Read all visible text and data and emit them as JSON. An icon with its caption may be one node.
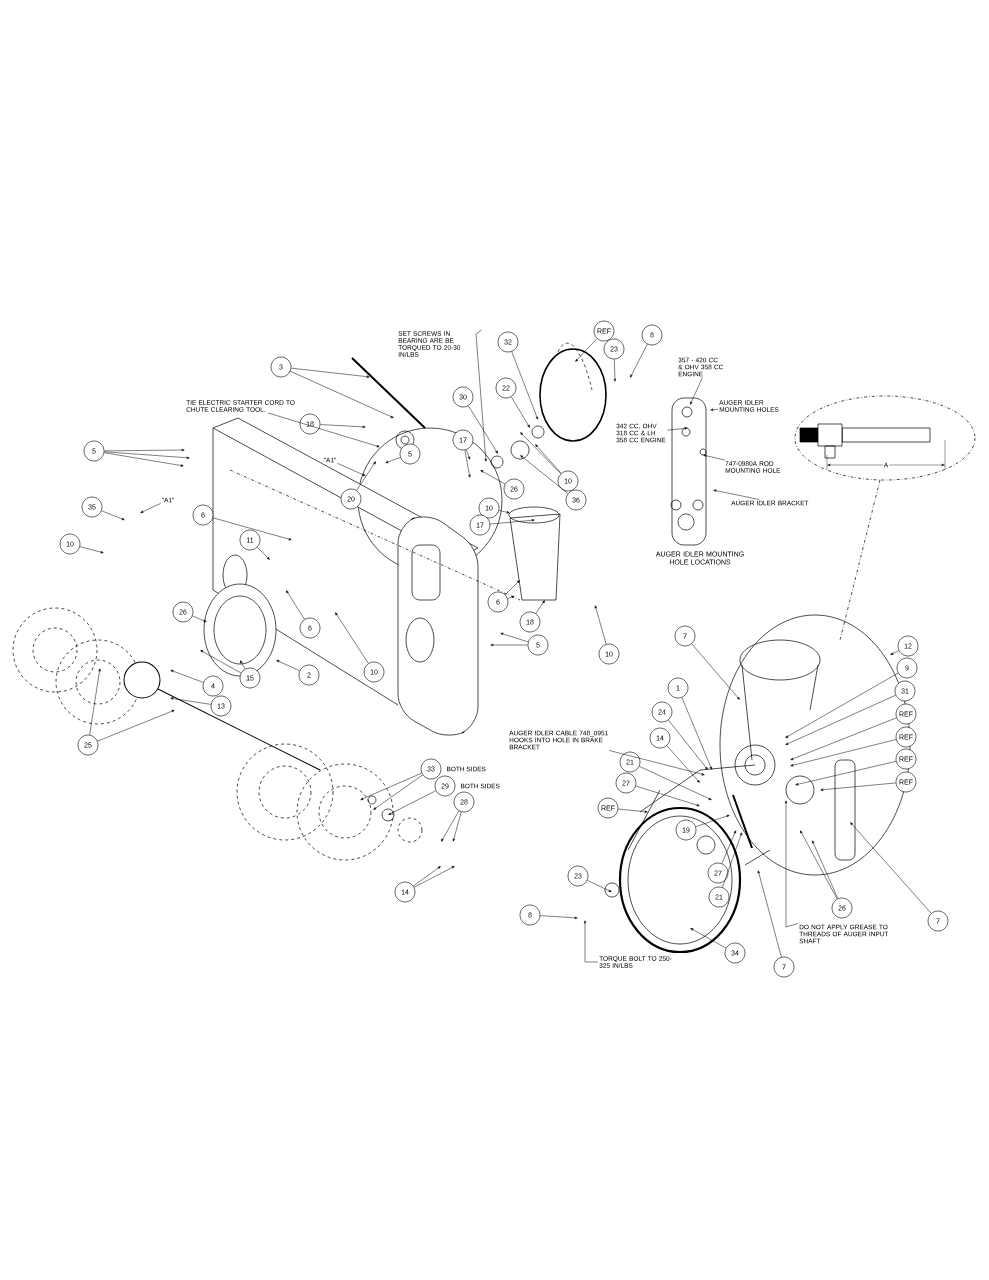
{
  "diagram": {
    "nodes": [
      {
        "text": [
          "REF"
        ]
      },
      {
        "text": [
          "8"
        ]
      },
      {
        "text": [
          "SET SCREWS IN BEARING ARE BE TORQUED TO 20-30 IN/LBS"
        ]
      },
      {
        "text": [
          "32"
        ]
      },
      {
        "text": [
          "23"
        ]
      },
      {
        "text": [
          "357 - 420 CC & OHV 358 CC ENGINE"
        ]
      },
      {
        "text": [
          "3"
        ]
      },
      {
        "text": [
          "22"
        ]
      },
      {
        "text": [
          "30"
        ]
      },
      {
        "text": [
          "TIE ELECTRIC STARTER CORD TO CHUTE CLEARING TOOL."
        ]
      },
      {
        "text": [
          "AUGER IDLER MOUNTING HOLES"
        ]
      },
      {
        "text": [
          "342 CC, OHV 318 CC & LH 358 CC ENGINE"
        ]
      },
      {
        "text": [
          "18"
        ]
      },
      {
        "text": [
          "17"
        ]
      },
      {
        "text": [
          "\"A1\""
        ]
      },
      {
        "text": [
          "5"
        ]
      },
      {
        "text": [
          "5"
        ]
      },
      {
        "text": [
          "747-0980A ROD MOUNTING HOLE"
        ]
      },
      {
        "text": [
          "10"
        ]
      },
      {
        "text": [
          "26"
        ]
      },
      {
        "text": [
          "\"A1\""
        ]
      },
      {
        "text": [
          "20"
        ]
      },
      {
        "text": [
          "36"
        ]
      },
      {
        "text": [
          "AUGER IDLER BRACKET"
        ]
      },
      {
        "text": [
          "35"
        ]
      },
      {
        "text": [
          "10"
        ]
      },
      {
        "text": [
          "6"
        ]
      },
      {
        "text": [
          "17"
        ]
      },
      {
        "text": [
          "11"
        ]
      },
      {
        "text": [
          "10"
        ]
      },
      {
        "text": [
          "6"
        ]
      },
      {
        "text": [
          "26"
        ]
      },
      {
        "text": [
          "18"
        ]
      },
      {
        "text": [
          "6"
        ]
      },
      {
        "text": [
          "7"
        ]
      },
      {
        "text": [
          "5"
        ]
      },
      {
        "text": [
          "12"
        ]
      },
      {
        "text": [
          "10"
        ]
      },
      {
        "text": [
          "9"
        ]
      },
      {
        "text": [
          "10"
        ]
      },
      {
        "text": [
          "15"
        ]
      },
      {
        "text": [
          "2"
        ]
      },
      {
        "text": [
          "4"
        ]
      },
      {
        "text": [
          "1"
        ]
      },
      {
        "text": [
          "31"
        ]
      },
      {
        "text": [
          "13"
        ]
      },
      {
        "text": [
          "24"
        ]
      },
      {
        "text": [
          "REF"
        ]
      },
      {
        "text": [
          "AUGER IDLER CABLE 748_0951 HOOKS INTO HOLE IN BRAKE BRACKET"
        ]
      },
      {
        "text": [
          "14"
        ]
      },
      {
        "text": [
          "REF"
        ]
      },
      {
        "text": [
          "25"
        ]
      },
      {
        "text": [
          "REF"
        ]
      },
      {
        "text": [
          "21"
        ]
      },
      {
        "text": [
          "33"
        ],
        "beside": [
          "BOTH SIDES"
        ]
      },
      {
        "text": [
          "REF"
        ]
      },
      {
        "text": [
          "27"
        ]
      },
      {
        "text": [
          "29"
        ],
        "beside": [
          "BOTH SIDES"
        ]
      },
      {
        "text": [
          "28"
        ]
      },
      {
        "text": [
          "REF"
        ]
      },
      {
        "text": [
          "19"
        ]
      },
      {
        "text": [
          "27"
        ]
      },
      {
        "text": [
          "23"
        ]
      },
      {
        "text": [
          "14"
        ]
      },
      {
        "text": [
          "21"
        ]
      },
      {
        "text": [
          "26"
        ]
      },
      {
        "text": [
          "8"
        ]
      },
      {
        "text": [
          "7"
        ]
      },
      {
        "text": [
          "DO NOT APPLY GREASE TO THREADS OF AUGER INPUT SHAFT"
        ]
      },
      {
        "text": [
          "34"
        ]
      },
      {
        "text": [
          "TORQUE BOLT TO 250-325 IN/LBS"
        ]
      },
      {
        "text": [
          "7"
        ]
      }
    ],
    "edges": [
      {
        "from": 0,
        "to": null,
        "arrow": "to"
      },
      {
        "from": 1,
        "to": null,
        "arrow": "to"
      },
      {
        "from": 2,
        "to": null,
        "arrow": "to"
      },
      {
        "from": 3,
        "to": null,
        "arrow": "to"
      },
      {
        "from": 4,
        "to": null,
        "arrow": "to"
      },
      {
        "from": 5,
        "to": null,
        "arrow": "to"
      },
      {
        "from": 6,
        "to": null,
        "arrow": "to"
      },
      {
        "from": 6,
        "to": null,
        "arrow": "to"
      },
      {
        "from": 7,
        "to": null,
        "arrow": "to"
      },
      {
        "from": 8,
        "to": null,
        "arrow": "to"
      },
      {
        "from": 9,
        "to": null,
        "arrow": "to"
      },
      {
        "from": 10,
        "to": null,
        "arrow": "to"
      },
      {
        "from": 11,
        "to": null,
        "arrow": "to"
      },
      {
        "from": 12,
        "to": null,
        "arrow": "to"
      },
      {
        "from": 13,
        "to": null,
        "arrow": "to"
      },
      {
        "from": 13,
        "to": null,
        "arrow": "to"
      },
      {
        "from": 14,
        "to": null,
        "arrow": "to"
      },
      {
        "from": 15,
        "to": null,
        "arrow": "to"
      },
      {
        "from": 15,
        "to": null,
        "arrow": "to"
      },
      {
        "from": 15,
        "to": null,
        "arrow": "to"
      },
      {
        "from": 16,
        "to": null,
        "arrow": "to"
      },
      {
        "from": 17,
        "to": null,
        "arrow": "to"
      },
      {
        "from": 18,
        "to": null,
        "arrow": "to"
      },
      {
        "from": 18,
        "to": null,
        "arrow": "to"
      },
      {
        "from": 19,
        "to": null,
        "arrow": "to"
      },
      {
        "from": 20,
        "to": null,
        "arrow": "to"
      },
      {
        "from": 21,
        "to": null,
        "arrow": "to"
      },
      {
        "from": 22,
        "to": null,
        "arrow": "to"
      },
      {
        "from": 23,
        "to": null,
        "arrow": "to"
      },
      {
        "from": 24,
        "to": null,
        "arrow": "to"
      },
      {
        "from": 25,
        "to": null,
        "arrow": "to"
      },
      {
        "from": 26,
        "to": null,
        "arrow": "to"
      },
      {
        "from": 27,
        "to": null,
        "arrow": "to"
      },
      {
        "from": 28,
        "to": null,
        "arrow": "to"
      },
      {
        "from": 29,
        "to": null,
        "arrow": "to"
      },
      {
        "from": 30,
        "to": null,
        "arrow": "to"
      },
      {
        "from": 30,
        "to": null,
        "arrow": "to"
      },
      {
        "from": 31,
        "to": null,
        "arrow": "to"
      },
      {
        "from": 32,
        "to": null,
        "arrow": "to"
      },
      {
        "from": 33,
        "to": null,
        "arrow": "to"
      },
      {
        "from": 34,
        "to": null,
        "arrow": "to"
      },
      {
        "from": 35,
        "to": null,
        "arrow": "to"
      },
      {
        "from": 35,
        "to": null,
        "arrow": "to"
      },
      {
        "from": 36,
        "to": null,
        "arrow": "to"
      },
      {
        "from": 37,
        "to": null,
        "arrow": "to"
      },
      {
        "from": 38,
        "to": null,
        "arrow": "to"
      },
      {
        "from": 39,
        "to": null,
        "arrow": "to"
      },
      {
        "from": 40,
        "to": null,
        "arrow": "to"
      },
      {
        "from": 40,
        "to": null,
        "arrow": "to"
      },
      {
        "from": 41,
        "to": null,
        "arrow": "to"
      },
      {
        "from": 42,
        "to": null,
        "arrow": "to"
      },
      {
        "from": 43,
        "to": null,
        "arrow": "to"
      },
      {
        "from": 44,
        "to": null,
        "arrow": "to"
      },
      {
        "from": 45,
        "to": null,
        "arrow": "to"
      },
      {
        "from": 46,
        "to": null,
        "arrow": "to"
      },
      {
        "from": 47,
        "to": null,
        "arrow": "to"
      },
      {
        "from": 48,
        "to": null,
        "arrow": "to"
      },
      {
        "from": 49,
        "to": null,
        "arrow": "to"
      },
      {
        "from": 50,
        "to": null,
        "arrow": "to"
      },
      {
        "from": 51,
        "to": null,
        "arrow": "to"
      },
      {
        "from": 51,
        "to": null,
        "arrow": "to"
      },
      {
        "from": 52,
        "to": null,
        "arrow": "to"
      },
      {
        "from": 53,
        "to": null,
        "arrow": "to"
      },
      {
        "from": 54,
        "to": null,
        "arrow": "to"
      },
      {
        "from": 54,
        "to": null,
        "arrow": "to"
      },
      {
        "from": 55,
        "to": null,
        "arrow": "to"
      },
      {
        "from": 56,
        "to": null,
        "arrow": "to"
      },
      {
        "from": 57,
        "to": null,
        "arrow": "to"
      },
      {
        "from": 58,
        "to": null,
        "arrow": "to"
      },
      {
        "from": 58,
        "to": null,
        "arrow": "to"
      },
      {
        "from": 59,
        "to": null,
        "arrow": "to"
      },
      {
        "from": 60,
        "to": null,
        "arrow": "to"
      },
      {
        "from": 61,
        "to": null,
        "arrow": "to"
      },
      {
        "from": 62,
        "to": null,
        "arrow": "to"
      },
      {
        "from": 63,
        "to": null,
        "arrow": "to"
      },
      {
        "from": 63,
        "to": null,
        "arrow": "to"
      },
      {
        "from": 64,
        "to": null,
        "arrow": "to"
      },
      {
        "from": 65,
        "to": null,
        "arrow": "to"
      },
      {
        "from": 65,
        "to": null,
        "arrow": "to"
      },
      {
        "from": 66,
        "to": null,
        "arrow": "to"
      },
      {
        "from": 67,
        "to": null,
        "arrow": "to"
      },
      {
        "from": 68,
        "to": null,
        "arrow": "to"
      },
      {
        "from": 69,
        "to": null,
        "arrow": "to"
      },
      {
        "from": 70,
        "to": null,
        "arrow": "to"
      },
      {
        "from": 71,
        "to": null,
        "arrow": "to"
      }
    ],
    "labels": [
      "AUGER IDLER MOUNTING HOLE LOCATIONS",
      "A"
    ]
  }
}
